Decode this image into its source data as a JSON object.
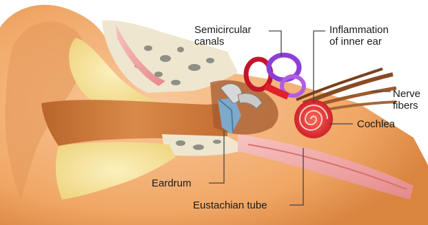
{
  "labels": {
    "semicircular_canals": "Semicircular\ncanals",
    "inflammation": "Inflammation\nof inner ear",
    "nerve_fibers": "Nerve\nfibers",
    "cochlea": "Cochlea",
    "eardrum": "Eardrum",
    "eustachian_tube": "Eustachian tube"
  },
  "colors": {
    "skin": "#f2b27a",
    "canal": "#e08a4c",
    "bone": "#efe6cf",
    "fat": "#f6e39c",
    "cochlea": "#e0202a",
    "canals_purple": "#8c3fd6",
    "nerve": "#8a4a22"
  }
}
